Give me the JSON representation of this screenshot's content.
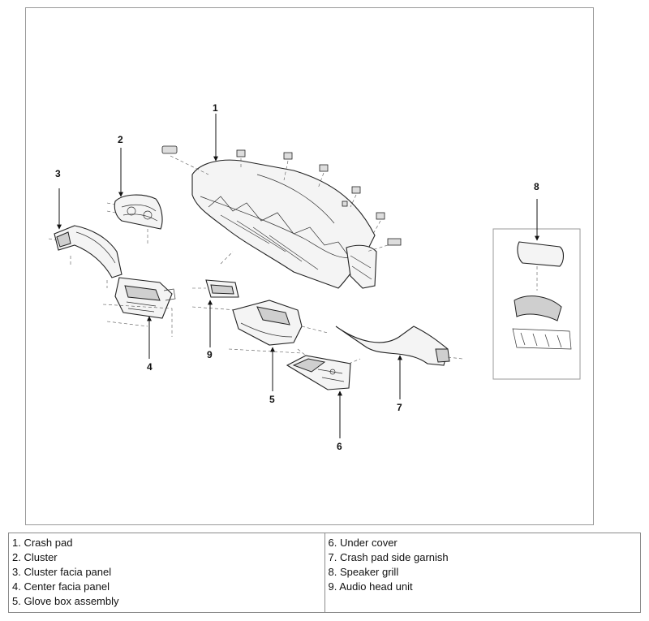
{
  "diagram": {
    "callouts": [
      "1",
      "2",
      "3",
      "4",
      "5",
      "6",
      "7",
      "8",
      "9"
    ]
  },
  "legend": {
    "left": [
      "1. Crash pad",
      "2. Cluster",
      "3. Cluster facia panel",
      "4. Center facia panel",
      "5. Glove box assembly"
    ],
    "right": [
      "6. Under cover",
      "7. Crash pad side garnish",
      "8. Speaker grill",
      "9. Audio head unit"
    ]
  }
}
